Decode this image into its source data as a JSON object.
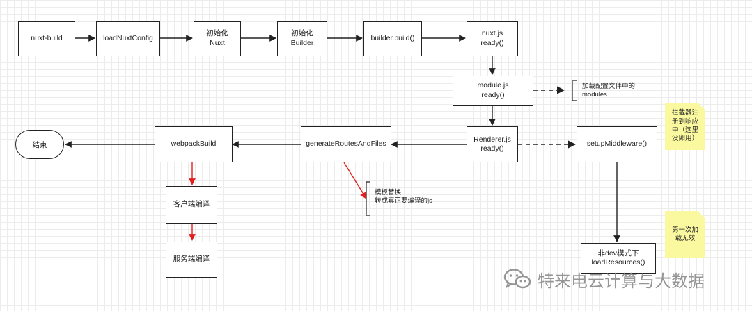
{
  "nodes": {
    "nuxt_build": "nuxt-build",
    "load_nuxt_config": "loadNuxtConfig",
    "init_nuxt": "初始化\nNuxt",
    "init_builder": "初始化\nBuilder",
    "builder_build": "builder.build()",
    "nuxt_ready": "nuxt.js\nready()",
    "module_ready": "module.js\nready()",
    "renderer_ready": "Renderer.js\nready()",
    "setup_middleware": "setupMiddleware()",
    "generate_routes": "generateRoutesAndFiles",
    "webpack_build": "webpackBuild",
    "end": "结束",
    "client_compile": "客户端编译",
    "server_compile": "服务端编译",
    "load_resources": "非dev模式下\nloadResources()"
  },
  "annotations": {
    "modules_note": "加载配置文件中的\nmodules",
    "template_note": "模板替换\n转成真正要编译的js"
  },
  "sticky_notes": {
    "interceptor": "拦截器注\n册到响应\n中（这里\n没卵用）",
    "first_load": "第一次加\n载无效"
  },
  "watermark": {
    "text": "特来电云计算与大数据",
    "icon": "wechat-icon"
  },
  "colors": {
    "line": "#222222",
    "highlight_arrow": "#e02020",
    "sticky": "#fbf9a0",
    "watermark": "#8a8a8a"
  }
}
